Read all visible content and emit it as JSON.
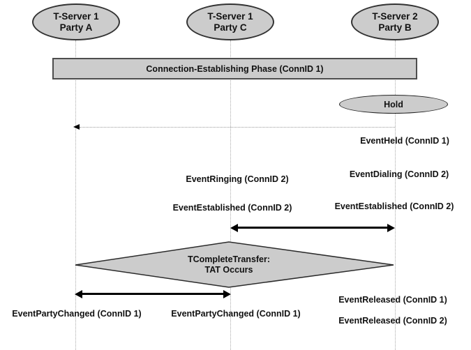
{
  "diagram": {
    "actors": [
      {
        "line1": "T-Server 1",
        "line2": "Party A"
      },
      {
        "line1": "T-Server 1",
        "line2": "Party C"
      },
      {
        "line1": "T-Server 2",
        "line2": "Party B"
      }
    ],
    "phase_bar": {
      "label": "Connection-Establishing Phase (ConnID 1)"
    },
    "hold": {
      "label": "Hold"
    },
    "events": {
      "event_held": "EventHeld (ConnID 1)",
      "event_ringing": "EventRinging (ConnID 2)",
      "event_dialing": "EventDialing (ConnID 2)",
      "event_established_party_c": "EventEstablished (ConnID 2)",
      "event_established_party_b": "EventEstablished (ConnID 2)",
      "event_party_changed_party_a": "EventPartyChanged (ConnID 1)",
      "event_party_changed_party_c": "EventPartyChanged (ConnID 1)",
      "event_released_conn1": "EventReleased (ConnID 1)",
      "event_released_conn2": "EventReleased (ConnID 2)"
    },
    "transfer_diamond": {
      "line1": "TCompleteTransfer:",
      "line2": "TAT Occurs"
    },
    "colors": {
      "shape_fill": "#cccccc",
      "shape_border": "#333333",
      "lifeline": "#a9a9a9",
      "arrow": "#000000",
      "background": "#ffffff"
    }
  }
}
